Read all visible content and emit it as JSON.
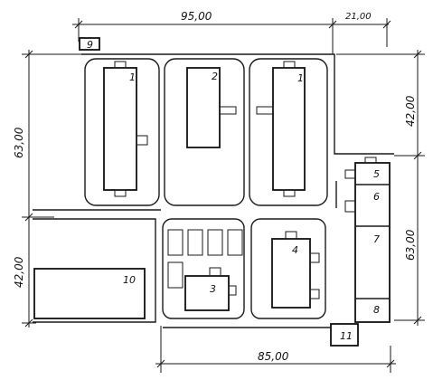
{
  "dimensions": {
    "top_width": "95,00",
    "top_right": "21,00",
    "bottom_width": "85,00",
    "left_upper": "63,00",
    "left_lower": "42,00",
    "right_upper": "42,00",
    "right_lower": "63,00"
  },
  "labels": {
    "b1a": "1",
    "b2": "2",
    "b1b": "1",
    "b3": "3",
    "b4": "4",
    "b5": "5",
    "b6": "6",
    "b7": "7",
    "b8": "8",
    "b9": "9",
    "b10": "10",
    "b11": "11"
  }
}
